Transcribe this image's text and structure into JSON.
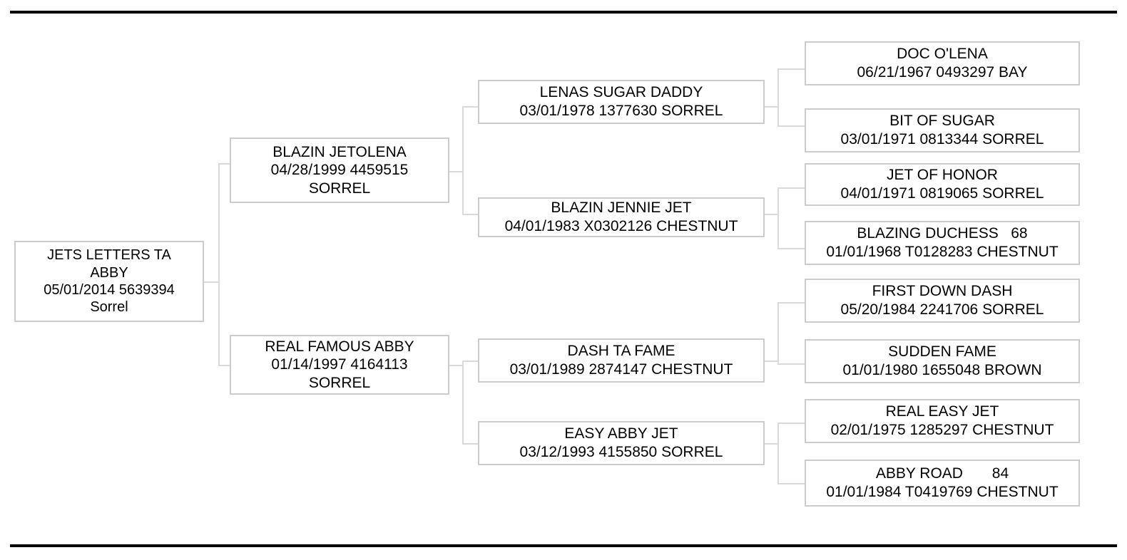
{
  "document": {
    "type": "horse-pedigree-chart",
    "generations": 4,
    "rule_color": "#000000",
    "box_border_color": "#cccccc",
    "connector_color": "#d9d9d9",
    "text_color": "#000000"
  },
  "subject": {
    "name": "JETS LETTERS TA",
    "name_cont": "ABBY",
    "details": "05/01/2014 5639394",
    "color": "Sorrel"
  },
  "generation1": [
    {
      "name": "BLAZIN JETOLENA",
      "details": "04/28/1999 4459515",
      "color": "SORREL"
    },
    {
      "name": "REAL FAMOUS ABBY",
      "details": "01/14/1997 4164113",
      "color": "SORREL"
    }
  ],
  "generation2": [
    {
      "name": "LENAS SUGAR DADDY",
      "details": "03/01/1978 1377630 SORREL"
    },
    {
      "name": "BLAZIN JENNIE JET",
      "details": "04/01/1983 X0302126 CHESTNUT"
    },
    {
      "name": "DASH TA FAME",
      "details": "03/01/1989 2874147 CHESTNUT"
    },
    {
      "name": "EASY ABBY JET",
      "details": "03/12/1993 4155850 SORREL"
    }
  ],
  "generation3": [
    {
      "name": "DOC O'LENA",
      "details": "06/21/1967 0493297 BAY"
    },
    {
      "name": "BIT OF SUGAR",
      "details": "03/01/1971 0813344 SORREL"
    },
    {
      "name": "JET OF HONOR",
      "details": "04/01/1971 0819065 SORREL"
    },
    {
      "name": "BLAZING DUCHESS   68",
      "details": "01/01/1968 T0128283 CHESTNUT"
    },
    {
      "name": "FIRST DOWN DASH",
      "details": "05/20/1984 2241706 SORREL"
    },
    {
      "name": "SUDDEN FAME",
      "details": "01/01/1980 1655048 BROWN"
    },
    {
      "name": "REAL EASY JET",
      "details": "02/01/1975 1285297 CHESTNUT"
    },
    {
      "name": "ABBY ROAD       84",
      "details": "01/01/1984 T0419769 CHESTNUT"
    }
  ]
}
